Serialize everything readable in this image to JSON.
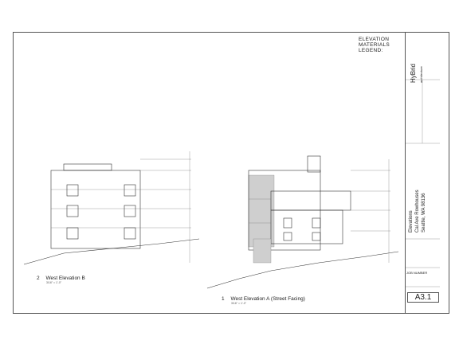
{
  "legend": {
    "title_line1": "ELEVATION",
    "title_line2": "MATERIALS",
    "title_line3": "LEGEND:"
  },
  "title_block": {
    "firm_name": "HyBrid",
    "firm_sub": "architecture",
    "project_line1": "Elevations",
    "project_line2": "Cal Ave Rowhouses",
    "project_line3": "Seattle, WA 98136",
    "job_number_label": "JOB NUMBER",
    "sheet_number": "A3.1"
  },
  "views": {
    "west_b_number": "2",
    "west_b_title": "West Elevation B",
    "west_b_scale": "3/16\" = 1'-0\"",
    "west_a_number": "1",
    "west_a_title": "West Elevation A (Street Facing)",
    "west_a_scale": "3/16\" = 1'-0\""
  }
}
